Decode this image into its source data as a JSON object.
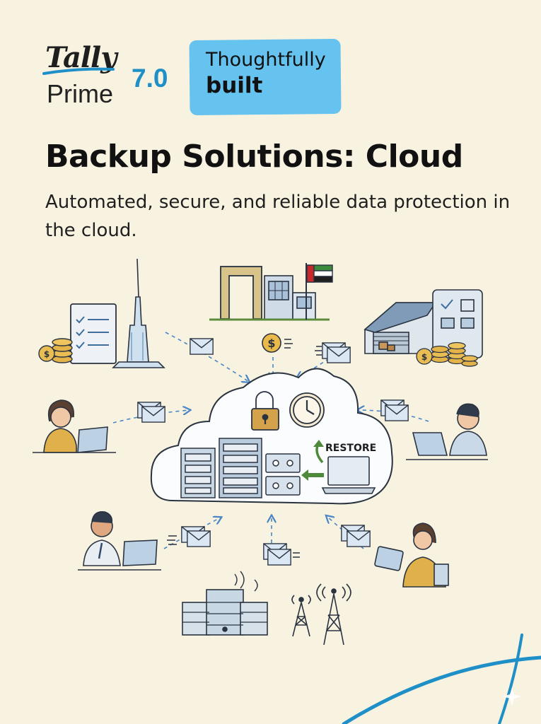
{
  "brand": {
    "name": "Tally",
    "product": "Prime",
    "version": "7.0"
  },
  "tagline": {
    "line1": "Thoughtfully",
    "line2": "built"
  },
  "headline": "Backup Solutions: Cloud",
  "subheadline": "Automated, secure, and reliable data protection in the cloud.",
  "illustration": {
    "restore_label": "RESTORE"
  },
  "colors": {
    "accent_blue": "#1f8fc7",
    "tagline_bg": "#66c2ee",
    "background": "#f8f2e0"
  }
}
